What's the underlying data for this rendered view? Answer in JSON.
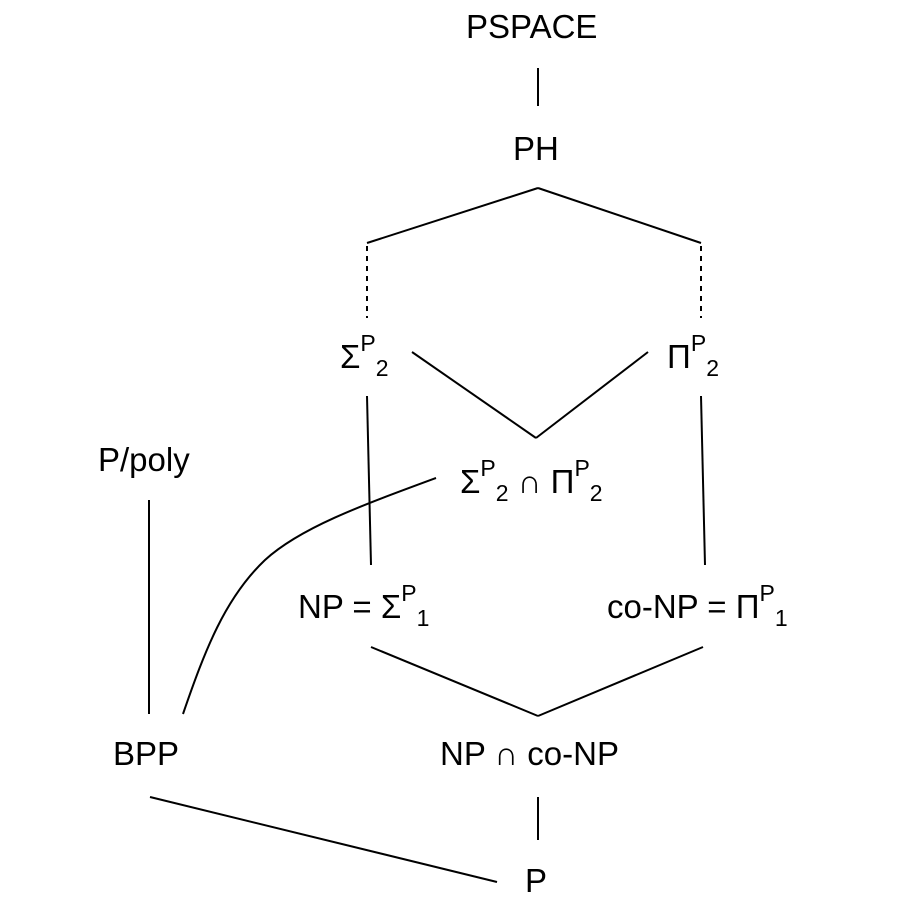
{
  "diagram": {
    "nodes": {
      "pspace": {
        "label": "PSPACE"
      },
      "ph": {
        "label": "PH"
      },
      "sigma2": {
        "sym": "Σ",
        "sup": "P",
        "sub": "2"
      },
      "pi2": {
        "sym": "Π",
        "sup": "P",
        "sub": "2"
      },
      "sigma2_cap_pi2": {
        "left_sym": "Σ",
        "left_sup": "P",
        "left_sub": "2",
        "op": " ∩ ",
        "right_sym": "Π",
        "right_sup": "P",
        "right_sub": "2"
      },
      "ppoly": {
        "label": "P/poly"
      },
      "np": {
        "prefix": "NP = ",
        "sym": "Σ",
        "sup": "P",
        "sub": "1"
      },
      "conp": {
        "prefix": "co-NP = ",
        "sym": "Π",
        "sup": "P",
        "sub": "1"
      },
      "bpp": {
        "label": "BPP"
      },
      "np_cap_conp": {
        "label": "NP ∩ co-NP"
      },
      "p": {
        "label": "P"
      }
    },
    "edges": [
      {
        "from": "pspace",
        "to": "ph",
        "style": "solid"
      },
      {
        "from": "ph",
        "to": "sigma2",
        "style": "solid+dashed"
      },
      {
        "from": "ph",
        "to": "pi2",
        "style": "solid+dashed"
      },
      {
        "from": "sigma2",
        "to": "sigma2_cap_pi2",
        "style": "solid"
      },
      {
        "from": "pi2",
        "to": "sigma2_cap_pi2",
        "style": "solid"
      },
      {
        "from": "sigma2",
        "to": "np",
        "style": "solid"
      },
      {
        "from": "pi2",
        "to": "conp",
        "style": "solid"
      },
      {
        "from": "sigma2_cap_pi2",
        "to": "bpp",
        "style": "solid"
      },
      {
        "from": "ppoly",
        "to": "bpp",
        "style": "solid"
      },
      {
        "from": "np",
        "to": "np_cap_conp",
        "style": "solid"
      },
      {
        "from": "conp",
        "to": "np_cap_conp",
        "style": "solid"
      },
      {
        "from": "np_cap_conp",
        "to": "p",
        "style": "solid"
      },
      {
        "from": "bpp",
        "to": "p",
        "style": "solid"
      }
    ],
    "line_color": "#000000"
  }
}
